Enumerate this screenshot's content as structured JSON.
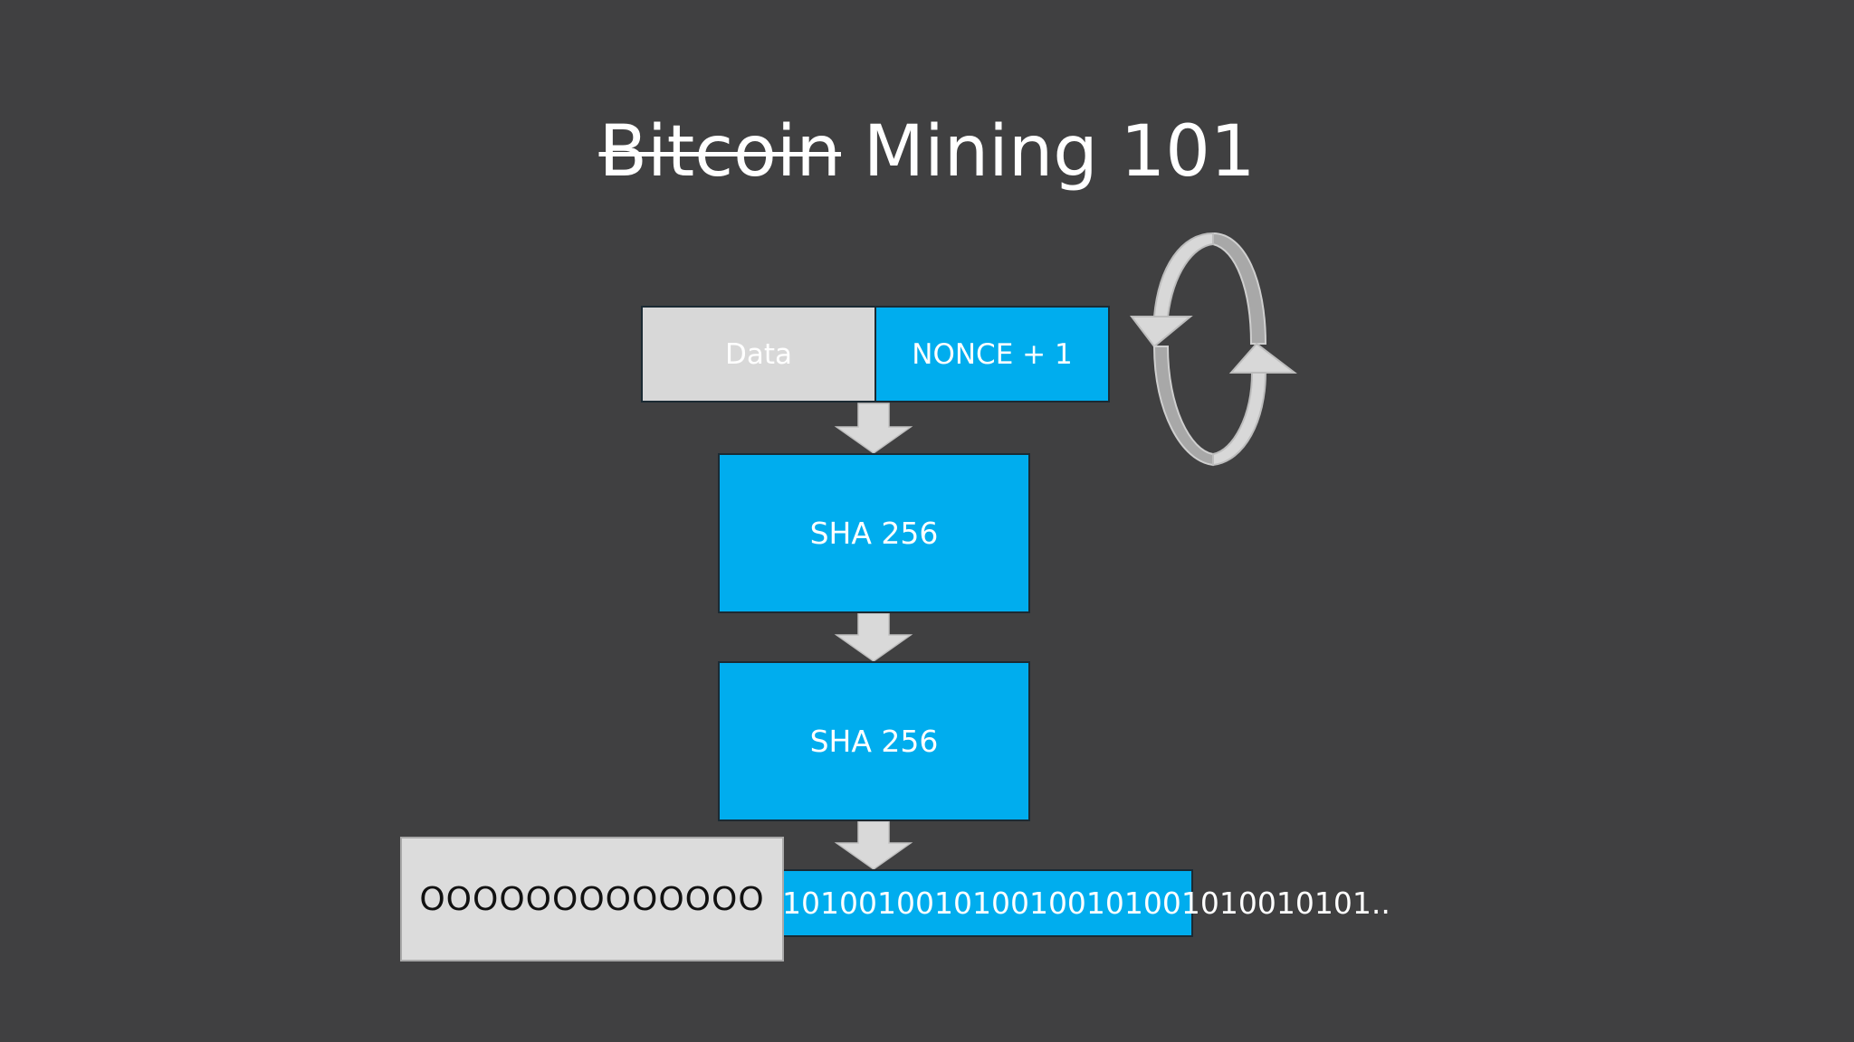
{
  "title": {
    "struck_word": "Bitcoin",
    "rest": "Mining 101"
  },
  "diagram": {
    "data_label": "Data",
    "nonce_label": "NONCE + 1",
    "hash_step_1": "SHA 256",
    "hash_step_2": "SHA 256",
    "hash_output": "1010010010100100101001010010101..",
    "target": "OOOOOOOOOOOOO"
  },
  "colors": {
    "background": "#404041",
    "blue": "#00adee",
    "light_gray": "#d8d8d8",
    "arrow_gray": "#d9d9d9"
  },
  "icons": {
    "down_arrow": "down-arrow-icon",
    "cycle": "cycle-arrows-icon"
  }
}
